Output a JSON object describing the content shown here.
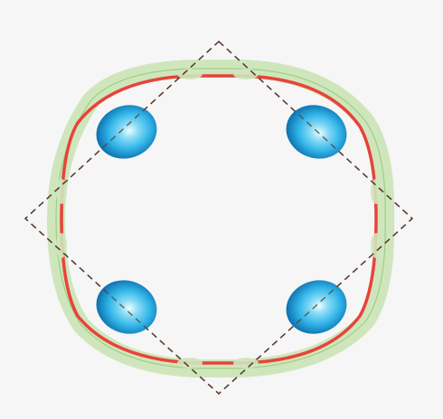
{
  "diagram": {
    "colors": {
      "background": "#f6f6f6",
      "outline_red": "#e8433a",
      "halo_green": "#b9dca0",
      "halo_green_edge": "#8fc46d",
      "dashed_square": "#5a3b2e",
      "lobe_light": "#eaffff",
      "lobe_mid": "#35b8ea",
      "lobe_dark": "#0a6fae"
    },
    "lobes": [
      "top-left",
      "top-right",
      "bottom-left",
      "bottom-right"
    ]
  }
}
